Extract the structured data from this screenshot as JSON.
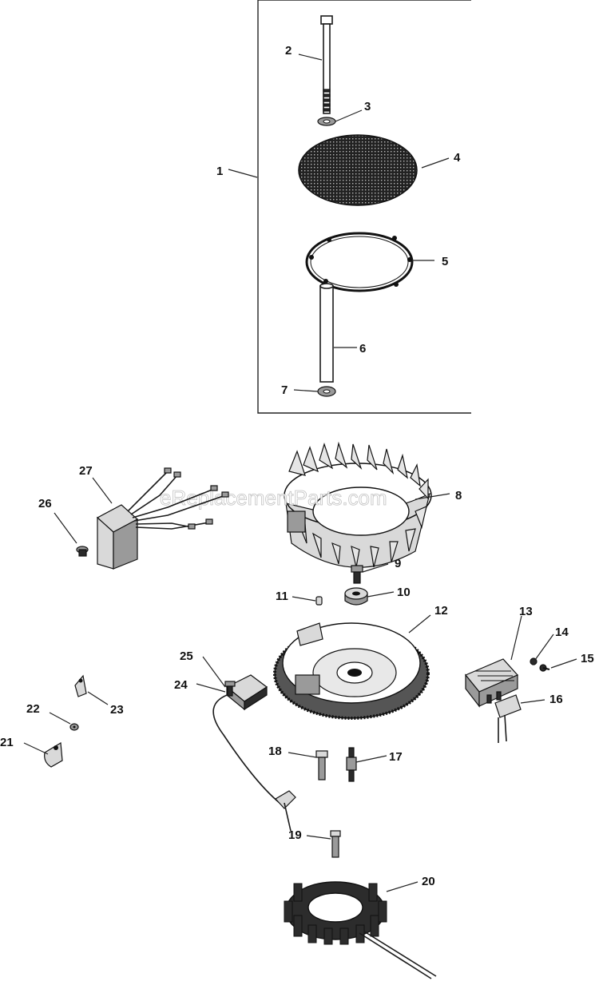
{
  "watermark": "eReplacementParts.com",
  "callouts": [
    "1",
    "2",
    "3",
    "4",
    "5",
    "6",
    "7",
    "8",
    "9",
    "10",
    "11",
    "12",
    "13",
    "14",
    "15",
    "16",
    "17",
    "18",
    "19",
    "20",
    "21",
    "22",
    "23",
    "24",
    "25",
    "26",
    "27"
  ],
  "icons": {
    "part-1": "kit-bracket",
    "part-2": "long-bolt",
    "part-3": "washer",
    "part-4": "mesh-screen",
    "part-5": "retaining-ring",
    "part-6": "spacer-tube",
    "part-7": "washer",
    "part-8": "fan",
    "part-9": "screw",
    "part-10": "spacer",
    "part-11": "key",
    "part-12": "flywheel",
    "part-13": "rectifier-regulator",
    "part-14": "nut",
    "part-15": "screw",
    "part-16": "wire-connector",
    "part-17": "spark-plug-stud",
    "part-18": "screw",
    "part-19": "screw",
    "part-20": "stator",
    "part-21": "clip",
    "part-22": "nut",
    "part-23": "clip",
    "part-24": "ignition-module",
    "part-25": "screw",
    "part-26": "screw",
    "part-27": "ignition-control-module"
  }
}
